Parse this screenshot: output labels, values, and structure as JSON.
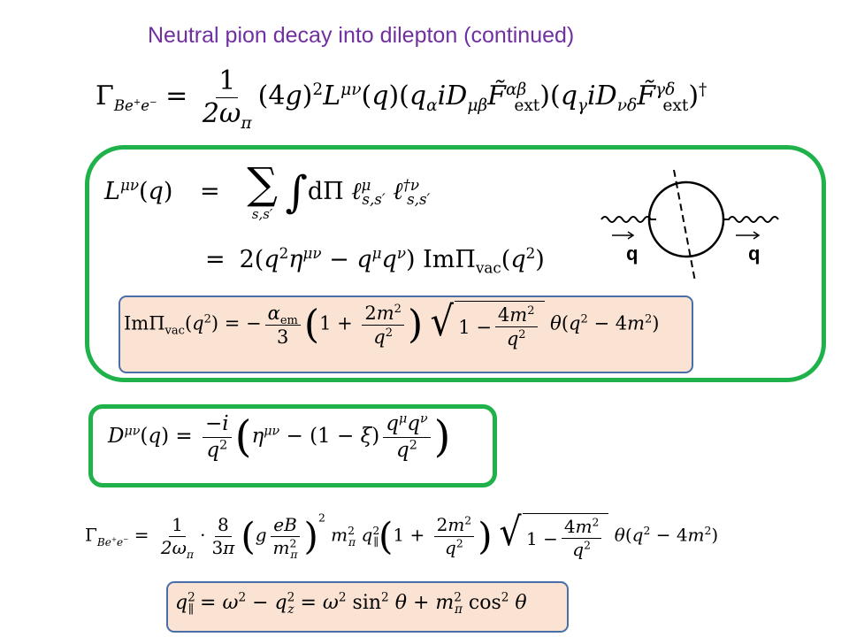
{
  "slide": {
    "title": "Neutral pion decay into dilepton (continued)"
  },
  "colors": {
    "title": "#7030a0",
    "green_box_border": "#1fb24a",
    "peach_box_fill": "#fbe3d3",
    "peach_box_border": "#4a6ea8"
  },
  "diagram": {
    "left_momentum_label": "q",
    "right_momentum_label": "q"
  }
}
